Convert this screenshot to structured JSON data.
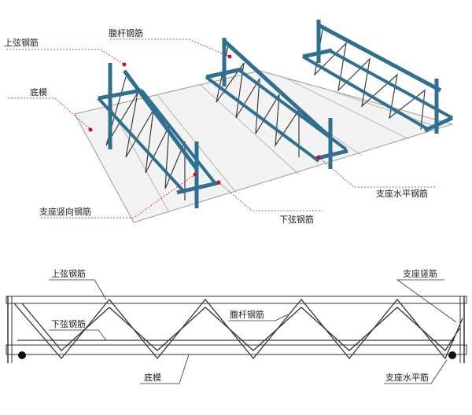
{
  "top_view": {
    "labels": {
      "top_chord": "上弦钢筋",
      "web_bar": "腹杆钢筋",
      "bottom_form": "底模",
      "support_vertical": "支座竖向钢筋",
      "bottom_chord": "下弦钢筋",
      "support_horizontal": "支座水平钢筋"
    }
  },
  "section_view": {
    "labels": {
      "top_chord": "上弦钢筋",
      "support_vertical": "支座竖筋",
      "bottom_chord": "下弦钢筋",
      "web_bar": "腹杆钢筋",
      "bottom_form": "底模",
      "support_horizontal": "支座水平筋"
    }
  },
  "colors": {
    "steel": "#2f6f8f",
    "wire": "#3a3a3a",
    "marker": "#c8102e",
    "leader": "#c8102e",
    "plate": "#f2f2f2"
  }
}
